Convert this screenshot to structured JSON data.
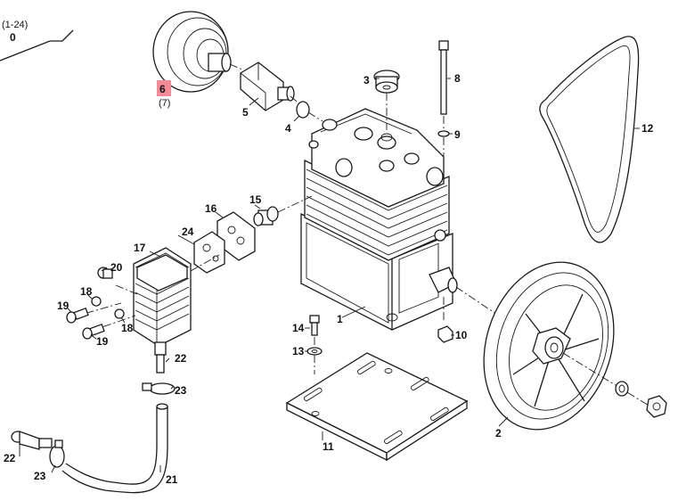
{
  "header": {
    "range": "(1-24)",
    "group": "0"
  },
  "highlight_color": "#f28b96",
  "parts": {
    "p1": "1",
    "p2": "2",
    "p3": "3",
    "p4": "4",
    "p5": "5",
    "p6": "6",
    "p6_sub": "(7)",
    "p8": "8",
    "p9": "9",
    "p10": "10",
    "p11": "11",
    "p12": "12",
    "p13": "13",
    "p14": "14",
    "p15": "15",
    "p16": "16",
    "p17": "17",
    "p18a": "18",
    "p18b": "18",
    "p19a": "19",
    "p19b": "19",
    "p20": "20",
    "p21": "21",
    "p22a": "22",
    "p22b": "22",
    "p23a": "23",
    "p23b": "23",
    "p24": "24"
  }
}
